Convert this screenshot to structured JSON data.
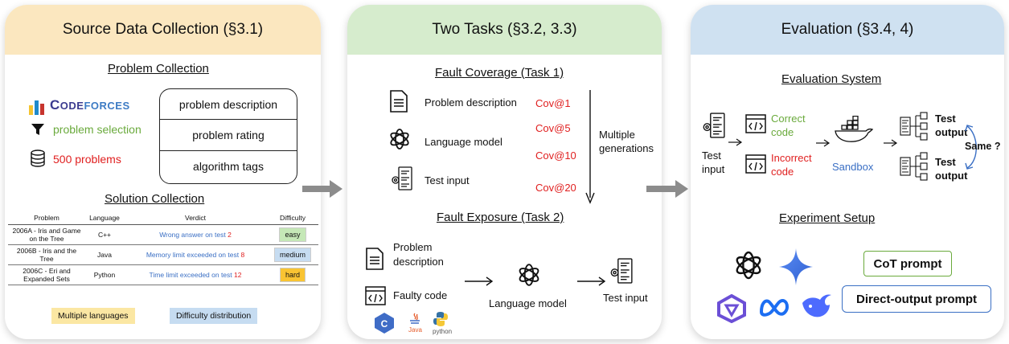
{
  "panels": {
    "source": {
      "title": "Source Data Collection (§3.1)",
      "problem_collection": "Problem Collection",
      "codeforces_a": "C",
      "codeforces_b": "ODE",
      "codeforces_c": "FORCES",
      "problem_selection": "problem selection",
      "problems_count": "500 problems",
      "boxes": [
        "problem description",
        "problem rating",
        "algorithm tags"
      ],
      "solution_collection": "Solution Collection",
      "table_headers": [
        "Problem",
        "Language",
        "Verdict",
        "Difficulty"
      ],
      "rows": [
        {
          "problem": "2006A - Iris and Game on the Tree",
          "language": "C++",
          "verdict": "Wrong answer on test ",
          "test": "2",
          "difficulty": "easy",
          "color": "#c5e8b7"
        },
        {
          "problem": "2006B - Iris and the Tree",
          "language": "Java",
          "verdict": "Memory limit exceeded on test ",
          "test": "8",
          "difficulty": "medium",
          "color": "#c6dcf1"
        },
        {
          "problem": "2006C - Eri and Expanded Sets",
          "language": "Python",
          "verdict": "Time limit exceeded on test ",
          "test": "12",
          "difficulty": "hard",
          "color": "#f9c433"
        }
      ],
      "tag_languages": "Multiple languages",
      "tag_difficulty": "Difficulty distribution"
    },
    "tasks": {
      "title": "Two Tasks (§3.2, 3.3)",
      "fault_coverage": "Fault Coverage (Task 1)",
      "problem_description": "Problem description",
      "language_model": "Language model",
      "test_input": "Test input",
      "cov": [
        "Cov@1",
        "Cov@5",
        "Cov@10",
        "Cov@20"
      ],
      "multiple": "Multiple",
      "generations": "generations",
      "fault_exposure": "Fault Exposure (Task 2)",
      "problem": "Problem",
      "description": "description",
      "faulty_code": "Faulty code",
      "language_model_2": "Language model",
      "test_input_2": "Test input",
      "java_label": "Java",
      "python_label": "python"
    },
    "eval": {
      "title": "Evaluation (§3.4, 4)",
      "evaluation_system": "Evaluation System",
      "correct_1": "Correct",
      "correct_2": "code",
      "incorrect_1": "Incorrect",
      "incorrect_2": "code",
      "test_1": "Test",
      "input_1": "input",
      "sandbox": "Sandbox",
      "test_output_a1": "Test",
      "test_output_a2": "output",
      "test_output_b1": "Test",
      "test_output_b2": "output",
      "same": "Same ?",
      "experiment_setup": "Experiment Setup",
      "cot_prompt": "CoT prompt",
      "direct_prompt": "Direct-output prompt"
    }
  },
  "colors": {
    "red": "#e02020",
    "green": "#6aaa3c",
    "blue": "#3a6fc4",
    "grey_arrow": "#8c8c8c"
  }
}
